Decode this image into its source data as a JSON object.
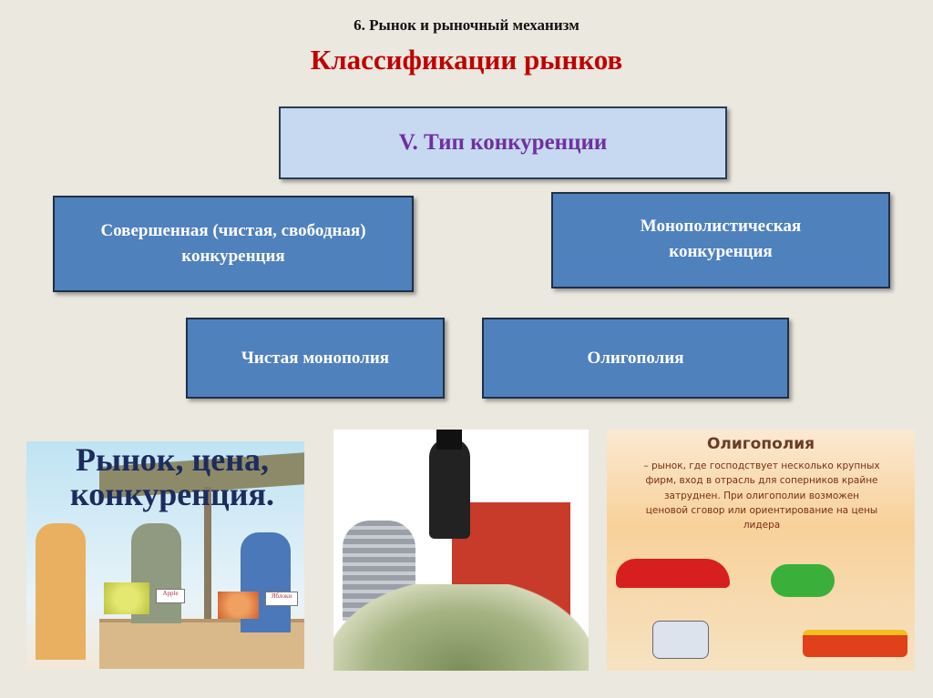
{
  "slide": {
    "subtitle": "6. Рынок и рыночный механизм",
    "title": "Классификации рынков",
    "category_box": "V. Тип конкуренции",
    "types": [
      "Совершенная (чистая, свободная) конкуренция",
      "Монополистическая конкуренция",
      "Чистая монополия",
      "Олигополия"
    ]
  },
  "images": {
    "cartoon_caption": "Рынок, цена, конкуренция.",
    "cartoon_signs": [
      "Apple",
      "Яблоки"
    ],
    "oligopoly_title": "Олигополия",
    "oligopoly_text": "– рынок, где господствует несколько крупных фирм, вход в отрасль для соперников крайне затруднен. При олигополии возможен ценовой сговор или ориентирование на цены лидера"
  },
  "colors": {
    "title": "#c00000",
    "category_text": "#7030a0",
    "box_fill": "#4f81bd",
    "category_fill": "#c6d9f1"
  }
}
